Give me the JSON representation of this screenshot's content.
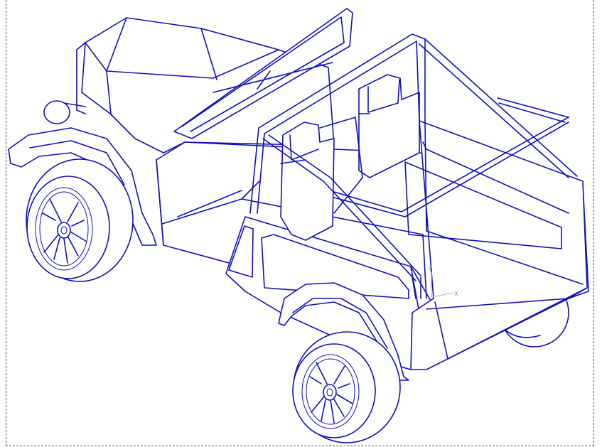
{
  "view": {
    "line_color": "#1010b8",
    "background": "#ffffff",
    "frame_style": "dashed"
  },
  "triad": {
    "x_label": "X",
    "y_label": "Y"
  },
  "model": {
    "icon": "jeep-wireframe"
  }
}
